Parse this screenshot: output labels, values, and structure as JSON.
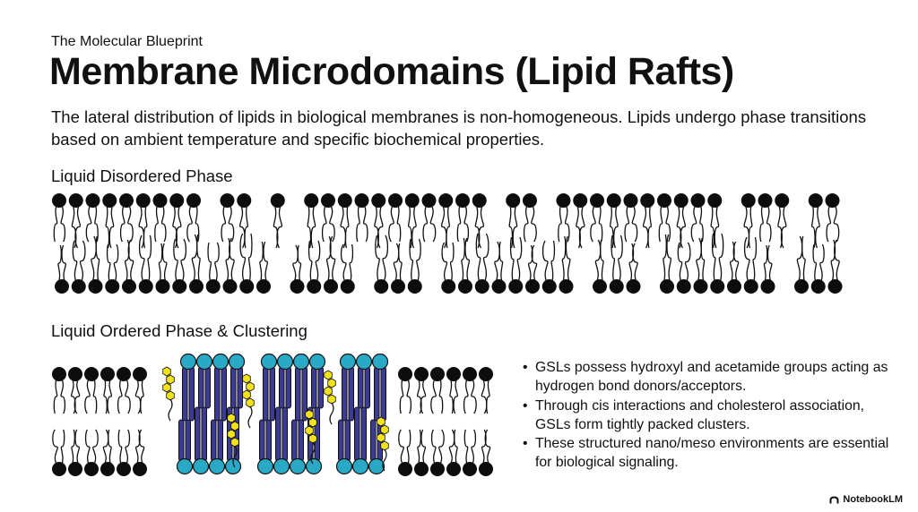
{
  "header": {
    "kicker": "The Molecular Blueprint",
    "title": "Membrane Microdomains (Lipid Rafts)",
    "lead": "The lateral distribution of lipids in biological membranes is non-homogeneous. Lipids undergo phase transitions based on ambient temperature and specific biochemical properties."
  },
  "sections": {
    "disordered_label": "Liquid Disordered Phase",
    "ordered_label": "Liquid Ordered Phase & Clustering"
  },
  "bullets": [
    "GSLs possess hydroxyl and acetamide groups acting as hydrogen bond donors/acceptors.",
    "Through cis interactions and cholesterol association, GSLs form tightly packed clusters.",
    "These structured nano/meso environments are essential for biological signaling."
  ],
  "colors": {
    "lipid_head": "#0d0d0d",
    "gsl_head": "#29a9c5",
    "gsl_tail": "#3b3b93",
    "cholesterol": "#f2e21b"
  },
  "footer": {
    "brand": "NotebookLM"
  }
}
